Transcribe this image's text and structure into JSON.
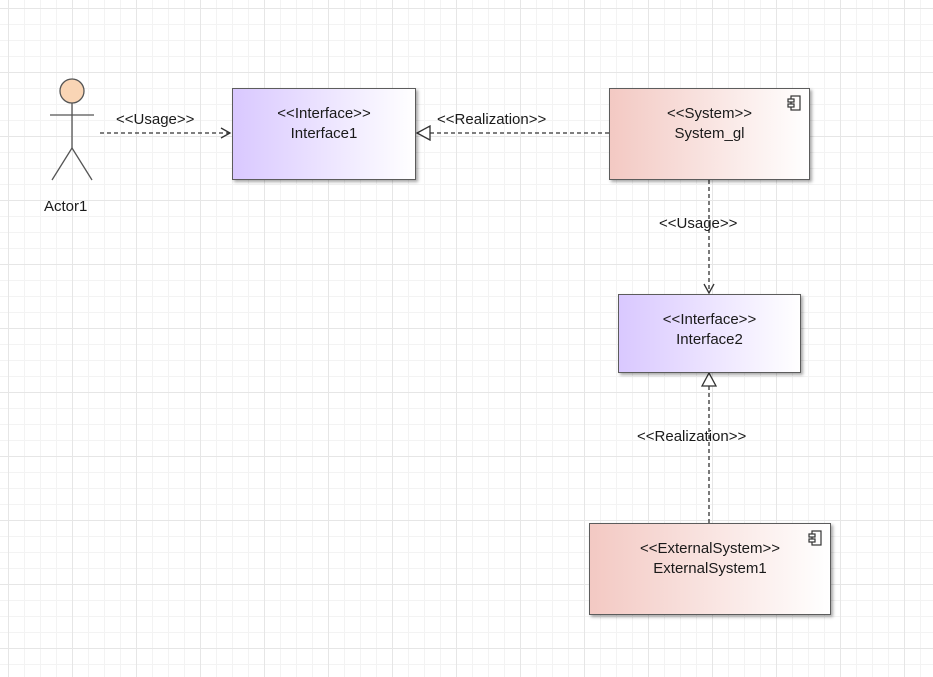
{
  "actor": {
    "name": "Actor1"
  },
  "nodes": {
    "interface1": {
      "stereotype": "<<Interface>>",
      "name": "Interface1"
    },
    "system": {
      "stereotype": "<<System>>",
      "name": "System_gl",
      "icon": "component-icon"
    },
    "interface2": {
      "stereotype": "<<Interface>>",
      "name": "Interface2"
    },
    "external": {
      "stereotype": "<<ExternalSystem>>",
      "name": "ExternalSystem1",
      "icon": "component-icon"
    }
  },
  "connectors": {
    "actor_usage": {
      "label": "<<Usage>>",
      "kind": "usage"
    },
    "sys_realization": {
      "label": "<<Realization>>",
      "kind": "realization"
    },
    "sys_usage": {
      "label": "<<Usage>>",
      "kind": "usage"
    },
    "ext_realization": {
      "label": "<<Realization>>",
      "kind": "realization"
    }
  },
  "colors": {
    "interface_fill": "#d9c8ff",
    "system_fill": "#f3c9c3",
    "actor_head": "#f9d5b5",
    "line": "#333333"
  }
}
